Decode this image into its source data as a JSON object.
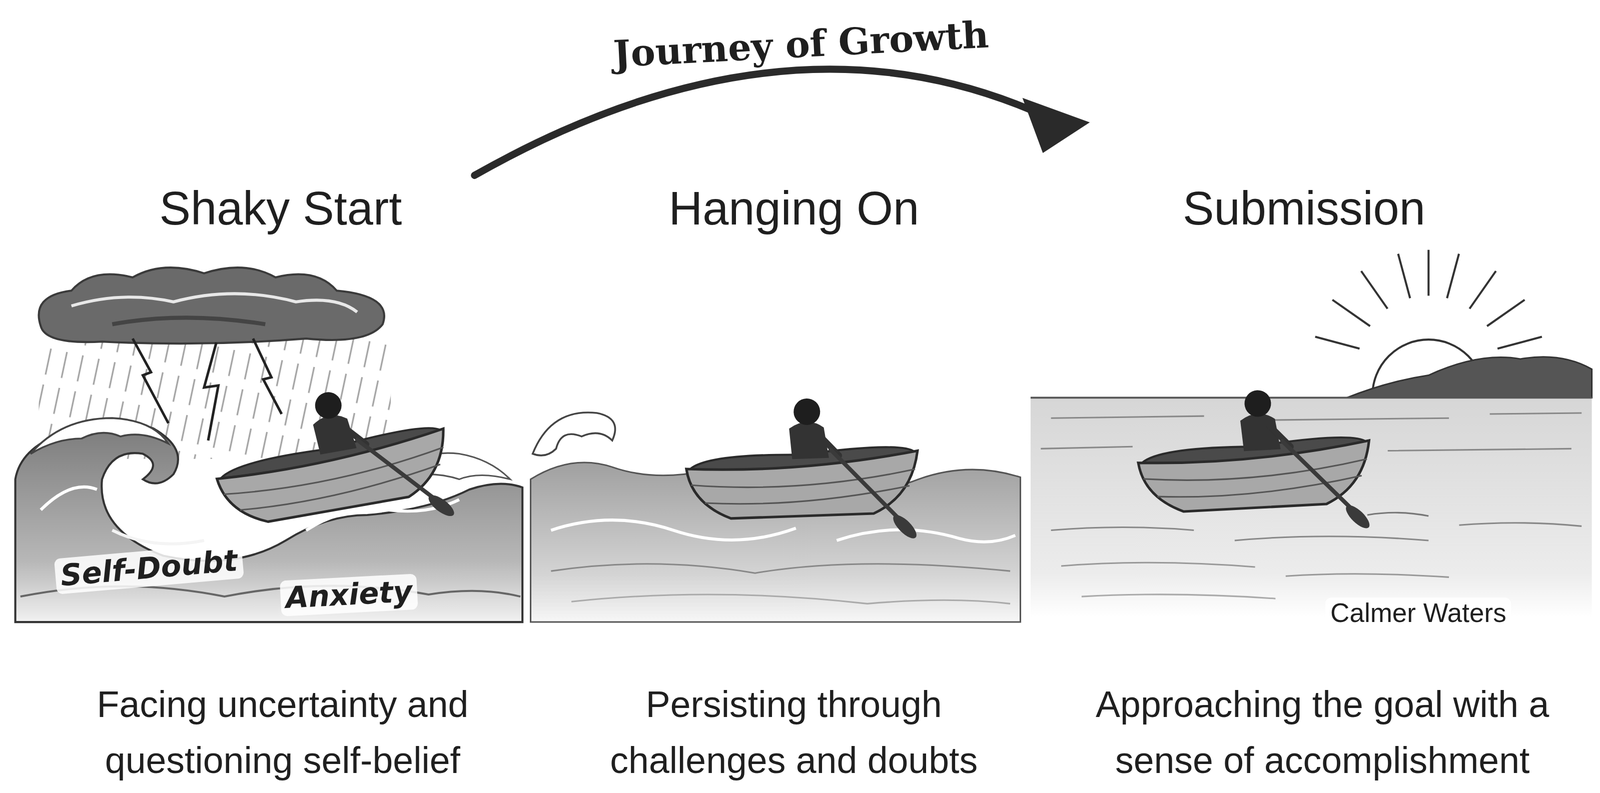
{
  "diagram": {
    "title": "Journey of Growth",
    "labels": [
      "Shaky Start",
      "Hanging On",
      "Submission",
      "Self-Doubt",
      "Anxiety",
      "Calmer Waters",
      "Facing uncertainty and questioning self-belief",
      "Persisting through challenges and doubts",
      "Approaching the goal with a sense of accomplishment"
    ]
  }
}
